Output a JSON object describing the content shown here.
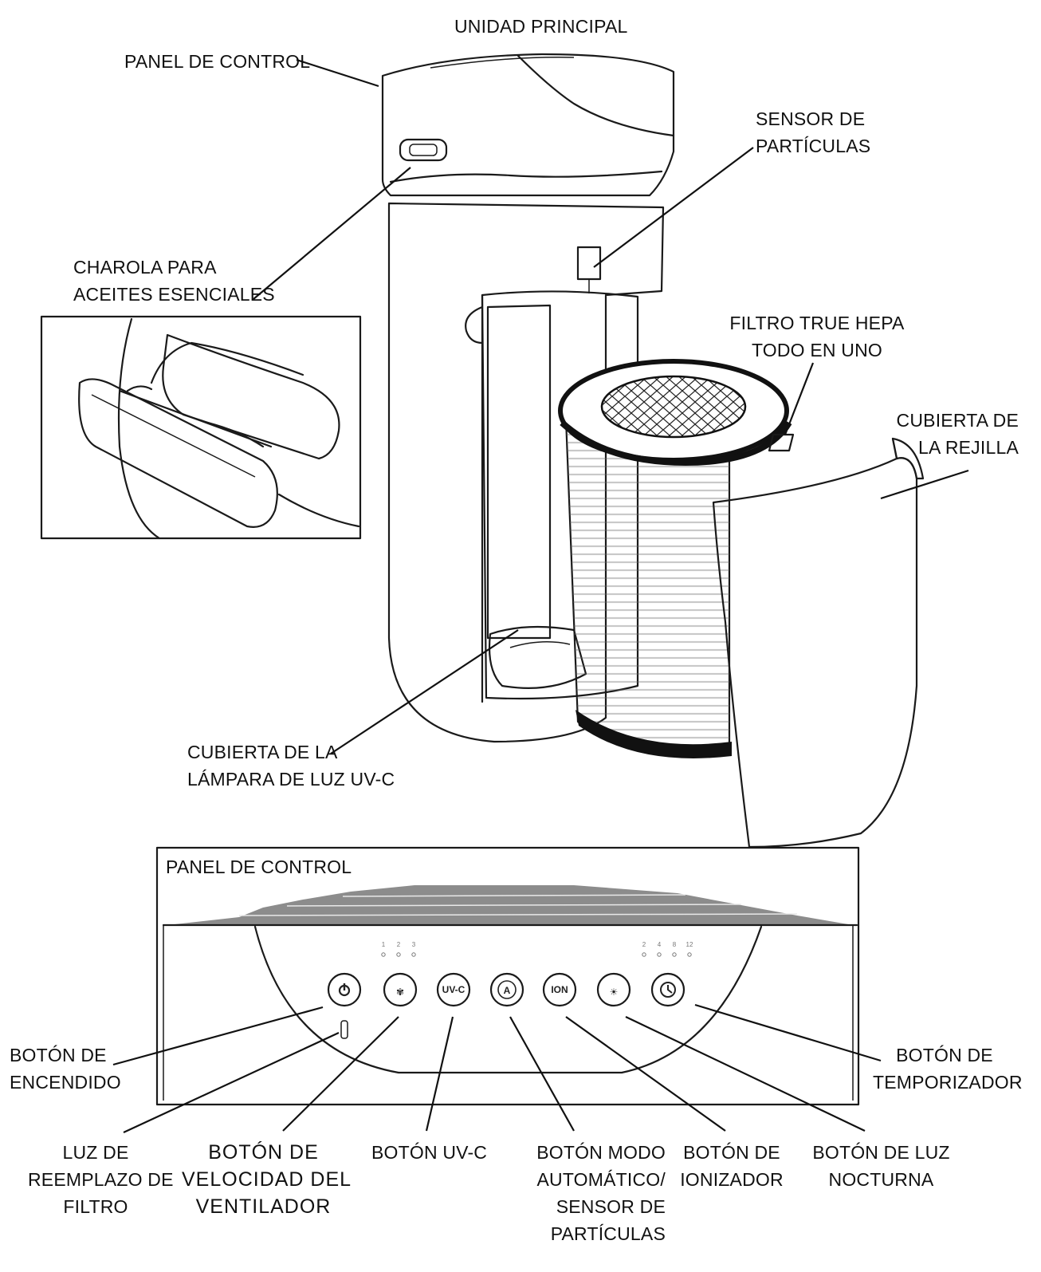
{
  "labels": {
    "main_unit": "UNIDAD PRINCIPAL",
    "control_panel_top": "PANEL DE CONTROL",
    "particle_sensor": "SENSOR DE\nPARTÍCULAS",
    "oil_tray": "CHAROLA PARA\nACEITES ESENCIALES",
    "hepa_filter": "FILTRO TRUE HEPA\nTODO EN UNO",
    "grille_cover": "CUBIERTA DE\nLA REJILLA",
    "uvc_lamp_cover": "CUBIERTA DE LA\nLÁMPARA DE LUZ UV-C",
    "control_panel_box": "PANEL DE CONTROL",
    "power_button": "BOTÓN DE\nENCENDIDO",
    "timer_button": "BOTÓN DE\nTEMPORIZADOR",
    "filter_light": "LUZ DE\nREEMPLAZO DE\nFILTRO",
    "fan_speed_button": "BOTÓN DE\nVELOCIDAD DEL\nVENTILADOR",
    "uvc_button": "BOTÓN UV-C",
    "auto_mode_button": "BOTÓN MODO\nAUTOMÁTICO/\nSENSOR DE\nPARTÍCULAS",
    "ionizer_button": "BOTÓN DE\nIONIZADOR",
    "night_light_button": "BOTÓN DE LUZ\nNOCTURNA"
  },
  "panel": {
    "speed_indicators": [
      "1",
      "2",
      "3"
    ],
    "timer_indicators": [
      "2",
      "4",
      "8",
      "12"
    ],
    "buttons": [
      {
        "name": "power",
        "glyph": "⏻"
      },
      {
        "name": "fan",
        "glyph": "✾"
      },
      {
        "name": "uvc",
        "glyph": "UV-C"
      },
      {
        "name": "auto",
        "glyph": "A"
      },
      {
        "name": "ion",
        "glyph": "ION"
      },
      {
        "name": "light",
        "glyph": "☀"
      },
      {
        "name": "timer",
        "glyph": "◷"
      }
    ]
  }
}
